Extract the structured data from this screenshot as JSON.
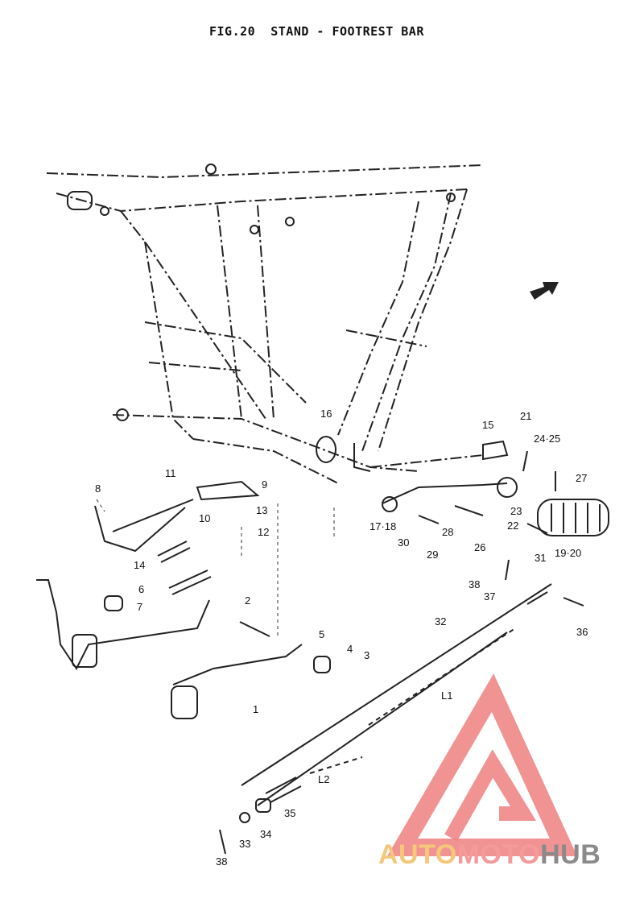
{
  "figure": {
    "title": "FIG.20  STAND - FOOTREST BAR"
  },
  "callouts": [
    "1",
    "2",
    "3",
    "4",
    "5",
    "6",
    "7",
    "8",
    "9",
    "10",
    "11",
    "12",
    "13",
    "14",
    "15",
    "16",
    "17·18",
    "19·20",
    "21",
    "22",
    "23",
    "24·25",
    "26",
    "27",
    "28",
    "29",
    "30",
    "31",
    "32",
    "33",
    "34",
    "35",
    "36",
    "37",
    "38",
    "38",
    "L1",
    "L2"
  ],
  "watermark": {
    "part1": "AUTO",
    "part2": "MOTO",
    "part3": "HUB",
    "color1": "#f5c77a",
    "color2": "#f49a9a",
    "color3": "#8a8a8a",
    "logo_color": "#f08080"
  }
}
